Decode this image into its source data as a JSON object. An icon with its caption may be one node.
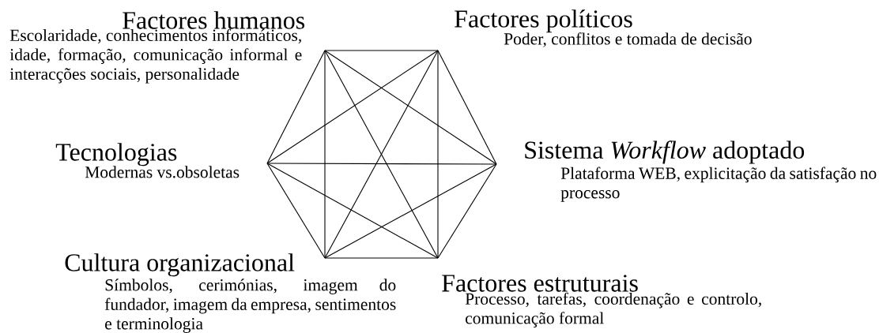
{
  "diagram": {
    "nodes": [
      {
        "text": [
          "Factores humanos",
          "Escolaridade, conhecimentos informáticos, idade, formação, comunicação informal e interacções sociais, personalidade"
        ]
      },
      {
        "text": [
          "Factores políticos",
          "Poder, conflitos e tomada de decisão"
        ]
      },
      {
        "text": [
          "Tecnologias",
          "Modernas vs.obsoletas"
        ]
      },
      {
        "text": [
          "Sistema *Workflow* adoptado",
          "Plataforma WEB, explicitação da satisfação no processo"
        ]
      },
      {
        "text": [
          "Cultura organizacional",
          "Símbolos, cerimónias, imagem do fundador, imagem da empresa, sentimentos e terminologia"
        ]
      },
      {
        "text": [
          "Factores estruturais",
          "Processo, tarefas, coordenação e controlo, comunicação formal"
        ]
      }
    ],
    "edges": [
      {
        "from": 0,
        "to": 1,
        "arrow": "none"
      },
      {
        "from": 0,
        "to": 2,
        "arrow": "none"
      },
      {
        "from": 0,
        "to": 3,
        "arrow": "none"
      },
      {
        "from": 0,
        "to": 4,
        "arrow": "none"
      },
      {
        "from": 0,
        "to": 5,
        "arrow": "none"
      },
      {
        "from": 1,
        "to": 2,
        "arrow": "none"
      },
      {
        "from": 1,
        "to": 3,
        "arrow": "none"
      },
      {
        "from": 1,
        "to": 4,
        "arrow": "none"
      },
      {
        "from": 1,
        "to": 5,
        "arrow": "none"
      },
      {
        "from": 2,
        "to": 3,
        "arrow": "none"
      },
      {
        "from": 2,
        "to": 4,
        "arrow": "none"
      },
      {
        "from": 2,
        "to": 5,
        "arrow": "none"
      },
      {
        "from": 3,
        "to": 4,
        "arrow": "none"
      },
      {
        "from": 3,
        "to": 5,
        "arrow": "none"
      },
      {
        "from": 4,
        "to": 5,
        "arrow": "none"
      }
    ]
  }
}
